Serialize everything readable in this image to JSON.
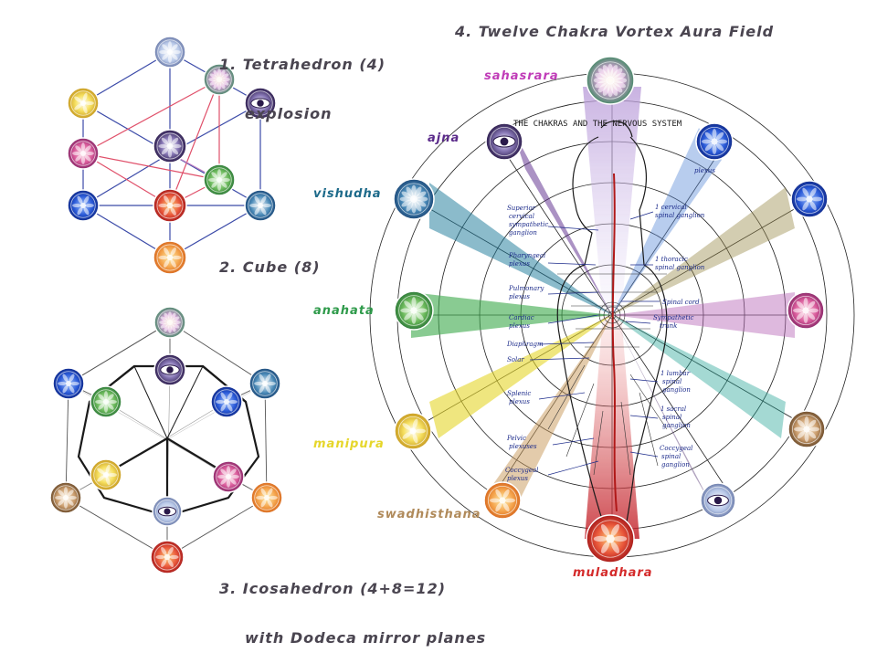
{
  "titles": {
    "t1_line1": "1. Tetrahedron (4)",
    "t1_line2": "explosion",
    "t2": "2. Cube (8)",
    "t3_line1": "3. Icosahedron (4+8=12)",
    "t3_line2": "with Dodeca mirror planes",
    "t4": "4. Twelve Chakra Vortex Aura Field"
  },
  "chakras": {
    "sahasrara": {
      "label": "sahasrara",
      "color": "#c03cb8"
    },
    "ajna": {
      "label": "ajna",
      "color": "#5a2a8a"
    },
    "vishudha": {
      "label": "vishudha",
      "color": "#1d6a8a"
    },
    "anahata": {
      "label": "anahata",
      "color": "#2e9a4a"
    },
    "manipura": {
      "label": "manipura",
      "color": "#e6d62a"
    },
    "swadhisthana": {
      "label": "swadhisthana",
      "color": "#b08a5a"
    },
    "muladhara": {
      "label": "muladhara",
      "color": "#d42a2a"
    }
  },
  "chart_header": "THE CHAKRAS AND THE NERVOUS SYSTEM",
  "nerve_labels": {
    "left": [
      "Superior",
      "cervical",
      "sympathetic",
      "ganglion",
      "Pharyngeal",
      "plexus",
      "Pulmonary",
      "plexus",
      "Cardiac",
      "plexus",
      "Diaphragm",
      "Solar",
      "Splenic",
      "plexus",
      "Pelvic",
      "plexuses",
      "Coccygeal",
      "plexus"
    ],
    "right": [
      "plexus",
      "1 cervical",
      "spinal ganglion",
      "1 thoracic",
      "spinal ganglion",
      "Spinal cord",
      "Sympathetic",
      "trunk",
      "1 lumbar",
      "spinal",
      "ganglion",
      "1 sacral",
      "spinal",
      "ganglion",
      "Coccygeal",
      "spinal",
      "ganglion"
    ]
  },
  "colors": {
    "title": "#4a4550",
    "nerve_text": "#1b2a8a",
    "edge_blue": "#3b4aa8",
    "edge_red": "#e0506a"
  }
}
